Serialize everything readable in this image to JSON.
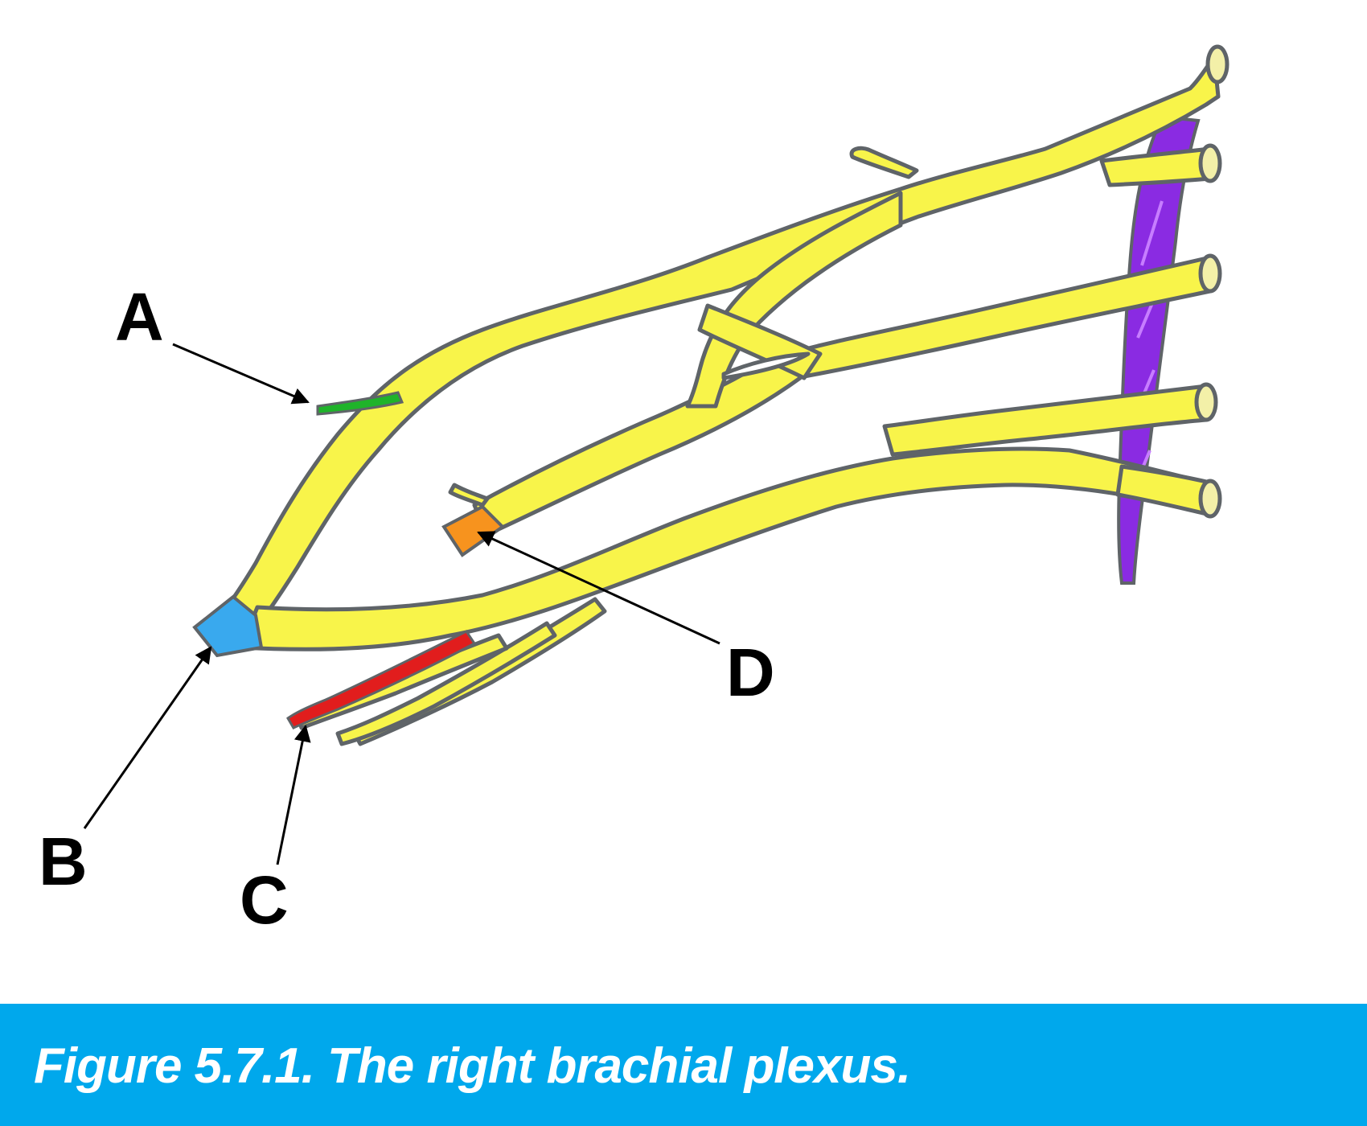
{
  "figure": {
    "caption": "Figure 5.7.1. The right brachial plexus.",
    "caption_bar_color": "#00a8ec",
    "caption_text_color": "#ffffff"
  },
  "labels": [
    {
      "id": "A",
      "text": "A",
      "highlight_color": "#1fb32a"
    },
    {
      "id": "B",
      "text": "B",
      "highlight_color": "#39a9ee"
    },
    {
      "id": "C",
      "text": "C",
      "highlight_color": "#e11d1d"
    },
    {
      "id": "D",
      "text": "D",
      "highlight_color": "#f7931e"
    }
  ],
  "colors": {
    "nerve_fill": "#f8f44a",
    "nerve_outline": "#5f6468",
    "vertebral_column": "#8a2be2",
    "arrows": "#000000"
  }
}
